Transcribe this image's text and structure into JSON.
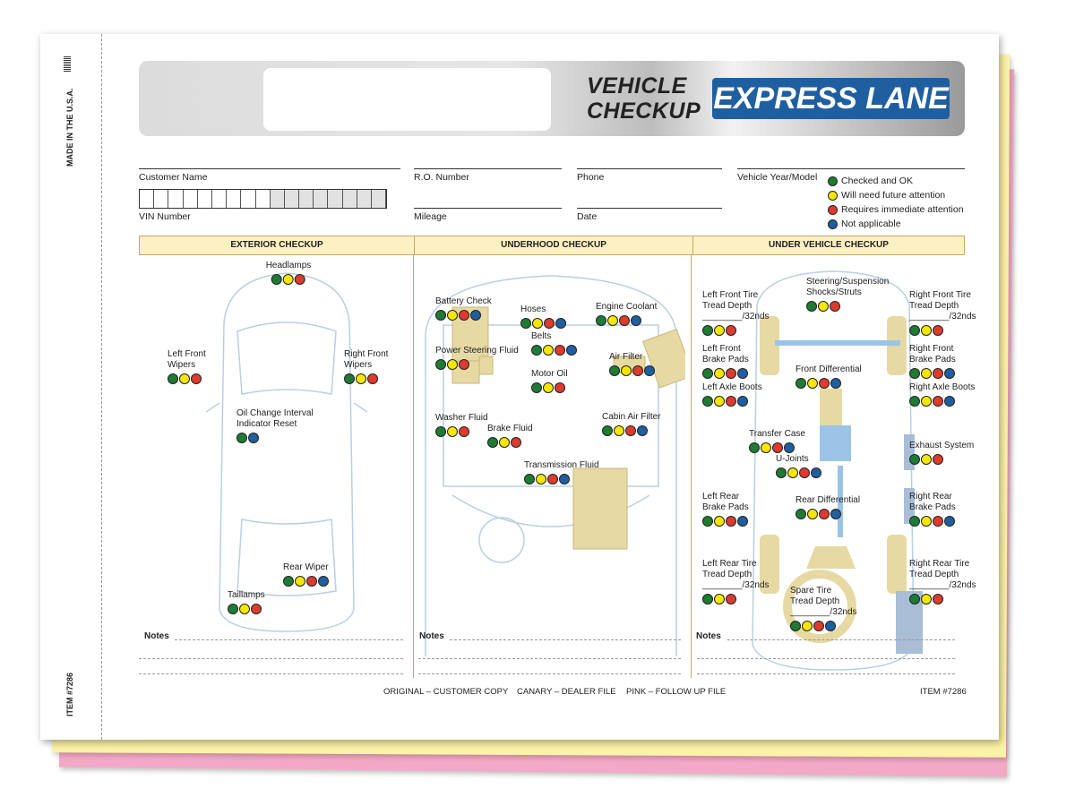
{
  "colors": {
    "green": "#1e7b34",
    "yellow": "#f7e600",
    "red": "#dd3b2e",
    "blue": "#1f5fa0",
    "accent_blue": "#1f5fa0",
    "section_fill": "#fdf0c4",
    "section_border": "#c9a766",
    "canary": "#fbf3a8",
    "pink": "#f3a9c6"
  },
  "stub": {
    "made_in": "MADE IN THE U.S.A.",
    "item": "ITEM #7286"
  },
  "header": {
    "title_line1": "VEHICLE",
    "title_line2": "CHECKUP",
    "brand": "EXPRESS LANE"
  },
  "fields": {
    "customer_name": "Customer Name",
    "ro_number": "R.O. Number",
    "phone": "Phone",
    "vehicle_year_model": "Vehicle Year/Model",
    "vin_number": "VIN Number",
    "mileage": "Mileage",
    "date": "Date"
  },
  "legend": [
    {
      "color": "green",
      "label": "Checked and OK"
    },
    {
      "color": "yellow",
      "label": "Will need future attention"
    },
    {
      "color": "red",
      "label": "Requires immediate attention"
    },
    {
      "color": "blue",
      "label": "Not applicable"
    }
  ],
  "sections": [
    "EXTERIOR CHECKUP",
    "UNDERHOOD CHECKUP",
    "UNDER VEHICLE CHECKUP"
  ],
  "exterior": [
    {
      "label": "Headlamps",
      "dots": [
        "green",
        "yellow",
        "red"
      ]
    },
    {
      "label": "Left Front\nWipers",
      "dots": [
        "green",
        "yellow",
        "red"
      ]
    },
    {
      "label": "Right Front\nWipers",
      "dots": [
        "green",
        "yellow",
        "red"
      ]
    },
    {
      "label": "Oil Change Interval\nIndicator Reset",
      "dots": [
        "green",
        "blue"
      ]
    },
    {
      "label": "Rear Wiper",
      "dots": [
        "green",
        "yellow",
        "red",
        "blue"
      ]
    },
    {
      "label": "Taillamps",
      "dots": [
        "green",
        "yellow",
        "red"
      ]
    }
  ],
  "underhood": [
    {
      "label": "Battery Check",
      "dots": [
        "green",
        "yellow",
        "red",
        "blue"
      ]
    },
    {
      "label": "Hoses",
      "dots": [
        "green",
        "yellow",
        "red",
        "blue"
      ]
    },
    {
      "label": "Engine Coolant",
      "dots": [
        "green",
        "yellow",
        "red",
        "blue"
      ]
    },
    {
      "label": "Belts",
      "dots": [
        "green",
        "yellow",
        "red",
        "blue"
      ]
    },
    {
      "label": "Power Steering Fluid",
      "dots": [
        "green",
        "yellow",
        "red"
      ]
    },
    {
      "label": "Air Filter",
      "dots": [
        "green",
        "yellow",
        "red",
        "blue"
      ]
    },
    {
      "label": "Motor Oil",
      "dots": [
        "green",
        "yellow",
        "red"
      ]
    },
    {
      "label": "Washer Fluid",
      "dots": [
        "green",
        "yellow",
        "red"
      ]
    },
    {
      "label": "Cabin Air Filter",
      "dots": [
        "green",
        "yellow",
        "red",
        "blue"
      ]
    },
    {
      "label": "Brake Fluid",
      "dots": [
        "green",
        "yellow",
        "red"
      ]
    },
    {
      "label": "Transmission Fluid",
      "dots": [
        "green",
        "yellow",
        "red",
        "blue"
      ]
    }
  ],
  "under_vehicle": [
    {
      "label": "Steering/Suspension\nShocks/Struts",
      "dots": [
        "green",
        "yellow",
        "red"
      ]
    },
    {
      "label": "Left Front Tire\nTread Depth\n________/32nds",
      "dots": [
        "green",
        "yellow",
        "red"
      ]
    },
    {
      "label": "Right Front Tire\nTread Depth\n________/32nds",
      "dots": [
        "green",
        "yellow",
        "red"
      ]
    },
    {
      "label": "Left Front\nBrake Pads",
      "dots": [
        "green",
        "yellow",
        "red",
        "blue"
      ]
    },
    {
      "label": "Right Front\nBrake Pads",
      "dots": [
        "green",
        "yellow",
        "red",
        "blue"
      ]
    },
    {
      "label": "Front Differential",
      "dots": [
        "green",
        "yellow",
        "red",
        "blue"
      ]
    },
    {
      "label": "Left Axle Boots",
      "dots": [
        "green",
        "yellow",
        "red",
        "blue"
      ]
    },
    {
      "label": "Right Axle Boots",
      "dots": [
        "green",
        "yellow",
        "red",
        "blue"
      ]
    },
    {
      "label": "Transfer Case",
      "dots": [
        "green",
        "yellow",
        "red",
        "blue"
      ]
    },
    {
      "label": "Exhaust System",
      "dots": [
        "green",
        "yellow",
        "red"
      ]
    },
    {
      "label": "U-Joints",
      "dots": [
        "green",
        "yellow",
        "red",
        "blue"
      ]
    },
    {
      "label": "Left Rear\nBrake Pads",
      "dots": [
        "green",
        "yellow",
        "red",
        "blue"
      ]
    },
    {
      "label": "Rear Differential",
      "dots": [
        "green",
        "yellow",
        "red",
        "blue"
      ]
    },
    {
      "label": "Right Rear\nBrake Pads",
      "dots": [
        "green",
        "yellow",
        "red",
        "blue"
      ]
    },
    {
      "label": "Left Rear Tire\nTread Depth\n________/32nds",
      "dots": [
        "green",
        "yellow",
        "red"
      ]
    },
    {
      "label": "Right Rear Tire\nTread Depth\n________/32nds",
      "dots": [
        "green",
        "yellow",
        "red"
      ]
    },
    {
      "label": "Spare Tire\nTread Depth\n________/32nds",
      "dots": [
        "green",
        "yellow",
        "red",
        "blue"
      ]
    }
  ],
  "notes_label": "Notes",
  "footer": {
    "original": "ORIGINAL – CUSTOMER COPY",
    "canary": "CANARY – DEALER FILE",
    "pink": "PINK – FOLLOW UP FILE",
    "item": "ITEM #7286"
  }
}
